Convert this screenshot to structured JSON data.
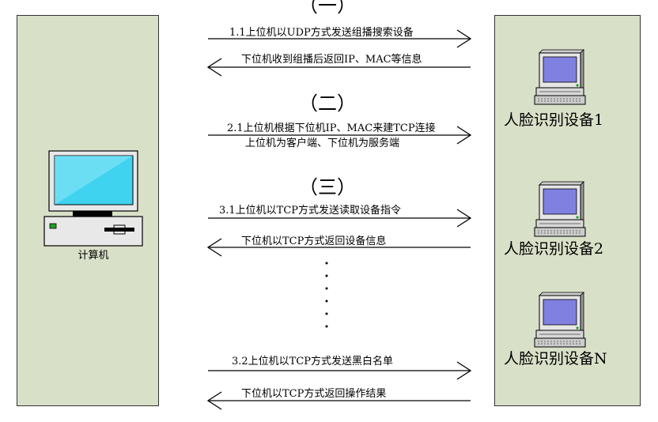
{
  "computer": {
    "label": "计算机"
  },
  "sections": [
    {
      "heading": "（一）"
    },
    {
      "heading": "（二）"
    },
    {
      "heading": "（三）"
    }
  ],
  "messages": {
    "m1": "1.1上位机以UDP方式发送组播搜索设备",
    "m2": "下位机收到组播后返回IP、MAC等信息",
    "m3a": "2.1上位机根据下位机IP、MAC来建TCP连接",
    "m3b": "上位机为客户端、下位机为服务端",
    "m4": "3.1上位机以TCP方式发送读取设备指令",
    "m5": "下位机以TCP方式返回设备信息",
    "m6": "3.2上位机以TCP方式发送黑白名单",
    "m7": "下位机以TCP方式返回操作结果"
  },
  "devices": [
    {
      "label": "人脸识别设备1"
    },
    {
      "label": "人脸识别设备2"
    },
    {
      "label": "人脸识别设备N"
    }
  ],
  "colors": {
    "panel": "#d9e0c8",
    "screen": "#3fd3f0",
    "device_screen": "#8080e0",
    "led": "#20a020"
  }
}
